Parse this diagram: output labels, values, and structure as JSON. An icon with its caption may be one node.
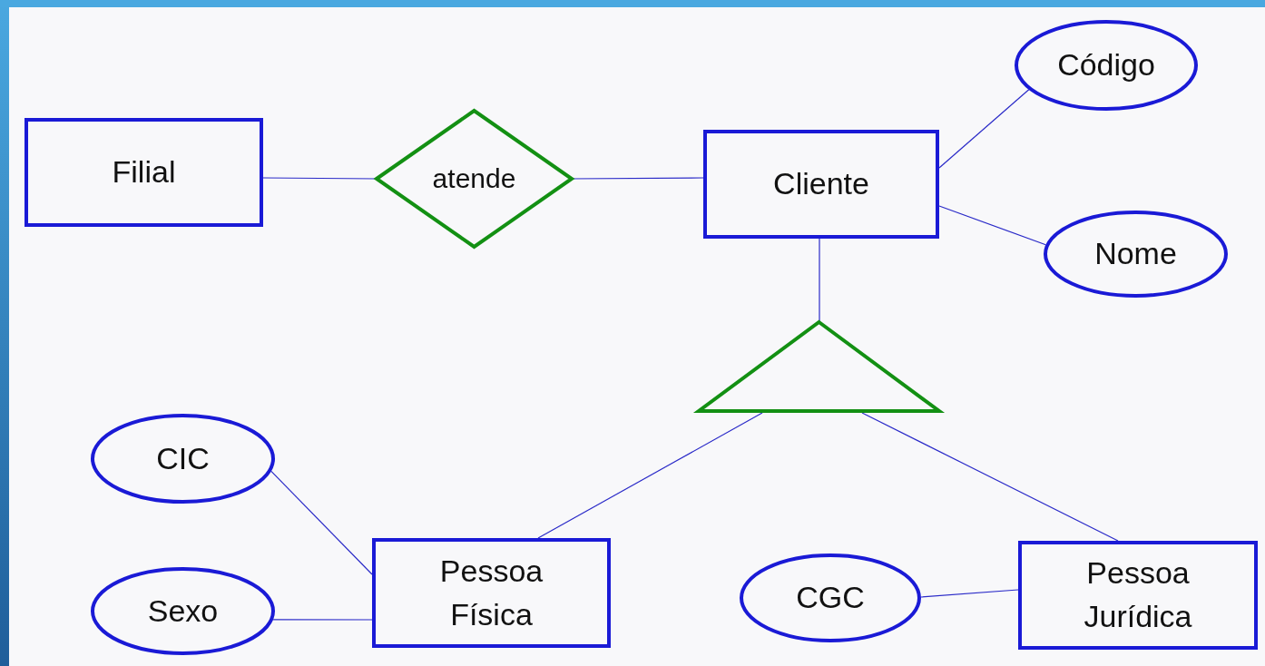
{
  "diagram": {
    "nodes": [
      {
        "text": [
          "Filial"
        ]
      },
      {
        "text": [
          "atende"
        ]
      },
      {
        "text": [
          "Cliente"
        ]
      },
      {
        "text": [
          "Código"
        ]
      },
      {
        "text": [
          "Nome"
        ]
      },
      {
        "text": [],
        "shape": "triangle"
      },
      {
        "text": [
          "CIC"
        ]
      },
      {
        "text": [
          "Sexo"
        ]
      },
      {
        "text": [
          "Pessoa Física"
        ]
      },
      {
        "text": [
          "CGC"
        ]
      },
      {
        "text": [
          "Pessoa Jurídica"
        ]
      }
    ],
    "edges": [
      {
        "from": 0,
        "to": 1,
        "arrow": "none"
      },
      {
        "from": 1,
        "to": 2,
        "arrow": "none"
      },
      {
        "from": 2,
        "to": 3,
        "arrow": "none"
      },
      {
        "from": 2,
        "to": 4,
        "arrow": "none"
      },
      {
        "from": 2,
        "to": 5,
        "arrow": "none"
      },
      {
        "from": 5,
        "to": 8,
        "arrow": "none"
      },
      {
        "from": 5,
        "to": 10,
        "arrow": "none"
      },
      {
        "from": 6,
        "to": 8,
        "arrow": "none"
      },
      {
        "from": 7,
        "to": 8,
        "arrow": "none"
      },
      {
        "from": 9,
        "to": 10,
        "arrow": "none"
      }
    ]
  }
}
